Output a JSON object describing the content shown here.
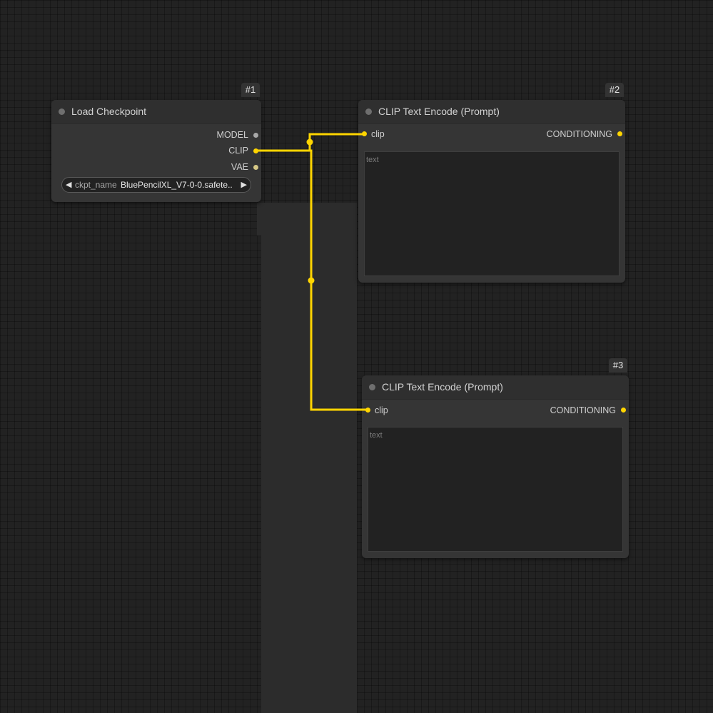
{
  "nodes": {
    "load_checkpoint": {
      "id_badge": "#1",
      "title": "Load Checkpoint",
      "outputs": [
        "MODEL",
        "CLIP",
        "VAE"
      ],
      "widget": {
        "label": "ckpt_name",
        "value": "BluePencilXL_V7-0-0.safete..."
      }
    },
    "clip_encode_1": {
      "id_badge": "#2",
      "title": "CLIP Text Encode (Prompt)",
      "input": "clip",
      "output": "CONDITIONING",
      "text_placeholder": "text"
    },
    "clip_encode_2": {
      "id_badge": "#3",
      "title": "CLIP Text Encode (Prompt)",
      "input": "clip",
      "output": "CONDITIONING",
      "text_placeholder": "text"
    }
  },
  "colors": {
    "canvas_bg": "#222222",
    "node_bg": "#353535",
    "clip_link": "#ffd500",
    "model_port": "#a8a8a8",
    "vae_port": "#d6c886"
  },
  "icons": {
    "arrow_left": "◀",
    "arrow_right": "▶"
  }
}
